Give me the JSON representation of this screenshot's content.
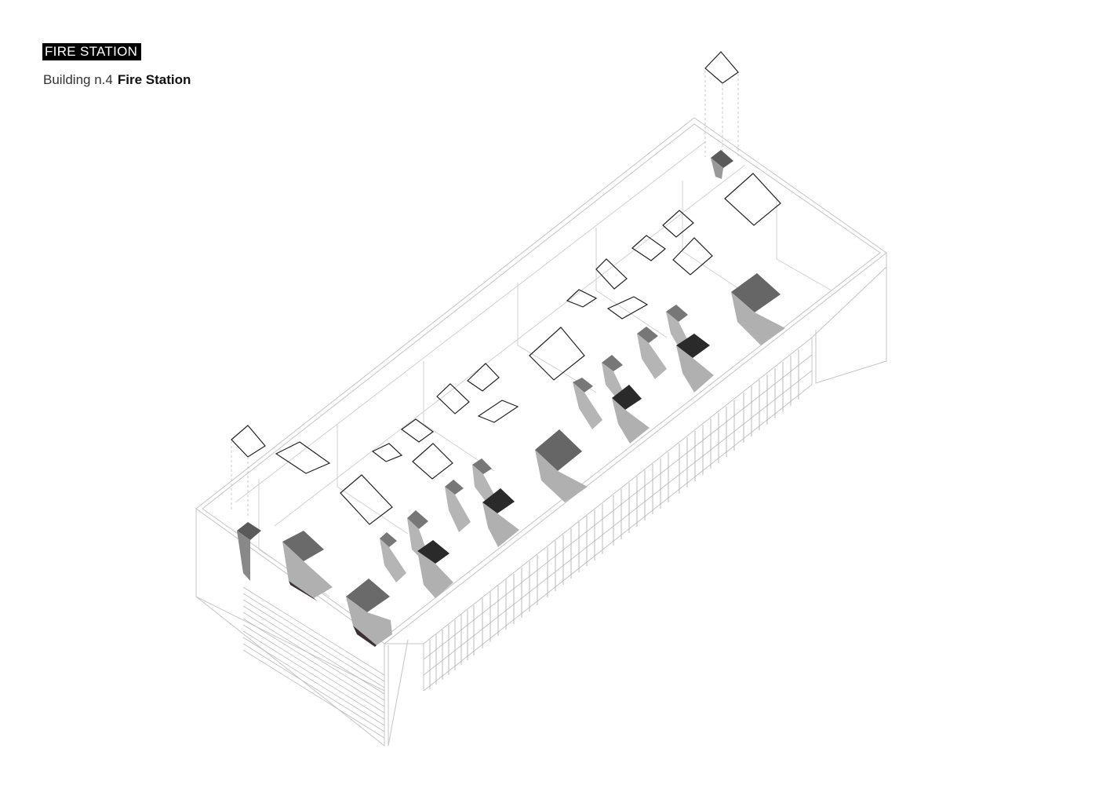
{
  "header": {
    "tag": "FIRE STATION",
    "building_label": "Building n.4",
    "building_name": "Fire Station"
  },
  "drawing": {
    "type": "axonometric",
    "colors": {
      "line": "#bdbdbd",
      "outline": "#222222",
      "volume": "#a8a8a8",
      "volume_dark": "#555555",
      "volume_base": "#b3aaaa"
    }
  }
}
